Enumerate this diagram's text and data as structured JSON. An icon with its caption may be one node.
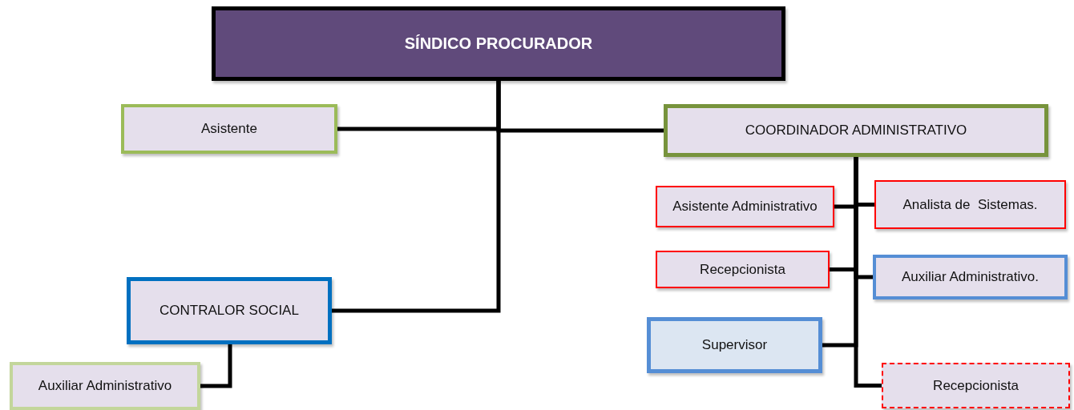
{
  "diagram": {
    "nodes": [
      {
        "text": [
          "SÍNDICO PROCURADOR"
        ]
      },
      {
        "text": [
          "Asistente"
        ]
      },
      {
        "text": [
          "COORDINADOR ADMINISTRATIVO"
        ]
      },
      {
        "text": [
          "Asistente Administrativo"
        ]
      },
      {
        "text": [
          "Analista de  Sistemas."
        ]
      },
      {
        "text": [
          "Recepcionista"
        ]
      },
      {
        "text": [
          "Auxiliar Administrativo."
        ]
      },
      {
        "text": [
          "CONTRALOR SOCIAL"
        ]
      },
      {
        "text": [
          "Supervisor"
        ]
      },
      {
        "text": [
          "Recepcionista"
        ]
      },
      {
        "text": [
          "Auxiliar Administrativo"
        ]
      }
    ],
    "edges": [
      {
        "from": 0,
        "to": 1,
        "arrow": "none"
      },
      {
        "from": 0,
        "to": 2,
        "arrow": "none"
      },
      {
        "from": 0,
        "to": 7,
        "arrow": "none"
      },
      {
        "from": 2,
        "to": 3,
        "arrow": "none"
      },
      {
        "from": 2,
        "to": 4,
        "arrow": "none"
      },
      {
        "from": 2,
        "to": 5,
        "arrow": "none"
      },
      {
        "from": 2,
        "to": 6,
        "arrow": "none"
      },
      {
        "from": 2,
        "to": 8,
        "arrow": "none"
      },
      {
        "from": 2,
        "to": 9,
        "arrow": "none"
      },
      {
        "from": 7,
        "to": 10,
        "arrow": "none"
      }
    ]
  }
}
